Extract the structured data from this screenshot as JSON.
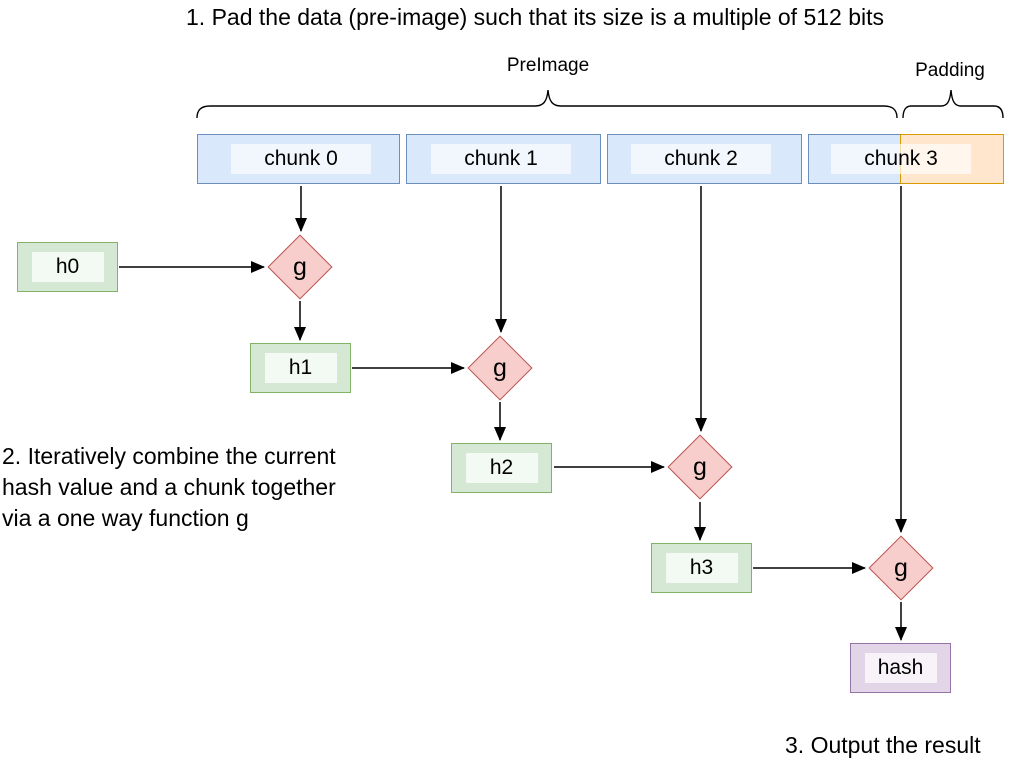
{
  "steps": {
    "step1": "1. Pad the data (pre-image) such that its size is a multiple of 512 bits",
    "step2": "2. Iteratively combine the current\nhash value and a chunk together\nvia a one way function g",
    "step3": "3. Output the result"
  },
  "braces": {
    "preimage_label": "PreImage",
    "padding_label": "Padding"
  },
  "chunks": [
    "chunk 0",
    "chunk 1",
    "chunk 2",
    "chunk 3"
  ],
  "hash_states": [
    "h0",
    "h1",
    "h2",
    "h3"
  ],
  "function_label": "g",
  "output_label": "hash",
  "colors": {
    "chunk_fill": "#dae8fc",
    "chunk_border": "#6c8ebf",
    "padding_fill": "#ffe6cc",
    "padding_border": "#d79b00",
    "state_fill": "#d5e8d4",
    "state_border": "#82b366",
    "function_fill": "#f8cecc",
    "function_border": "#b85450",
    "hash_fill": "#e1d5e7",
    "hash_border": "#9673a6",
    "line": "#000000",
    "text": "#000000"
  }
}
